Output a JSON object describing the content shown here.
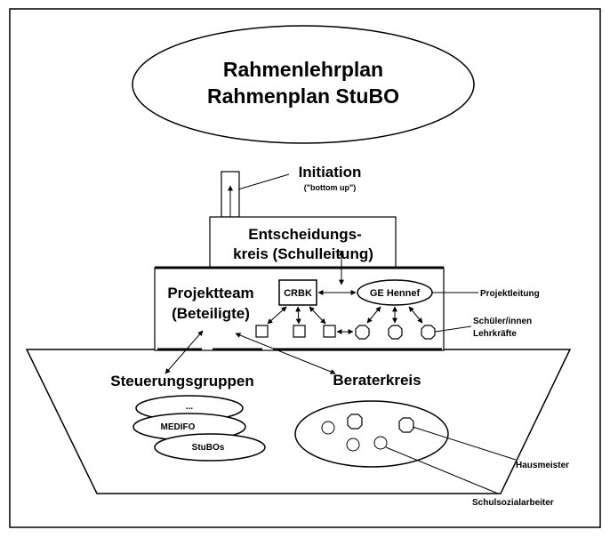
{
  "top_ellipse": {
    "line1": "Rahmenlehrplan",
    "line2": "Rahmenplan  StuBO"
  },
  "initiation": {
    "title": "Initiation",
    "subtitle": "(\"bottom up\")"
  },
  "decision": {
    "line1": "Entscheidungs-",
    "line2": "kreis (Schulleitung)"
  },
  "project_team": {
    "line1": "Projektteam",
    "line2": "(Beteiligte)"
  },
  "crbk_label": "CRBK",
  "ge_hennef_label": "GE Hennef",
  "right_labels": {
    "projektleitung": "Projektleitung",
    "schueler": "Schüler/innen",
    "lehrkraefte": "Lehrkräfte"
  },
  "steuerungsgruppen": {
    "title": "Steuerungsgruppen",
    "items": [
      "...",
      "MEDIFO",
      "StuBOs"
    ]
  },
  "beraterkreis": {
    "title": "Beraterkreis",
    "hausmeister": "Hausmeister",
    "schulsozialarbeiter": "Schulsozialarbeiter"
  }
}
